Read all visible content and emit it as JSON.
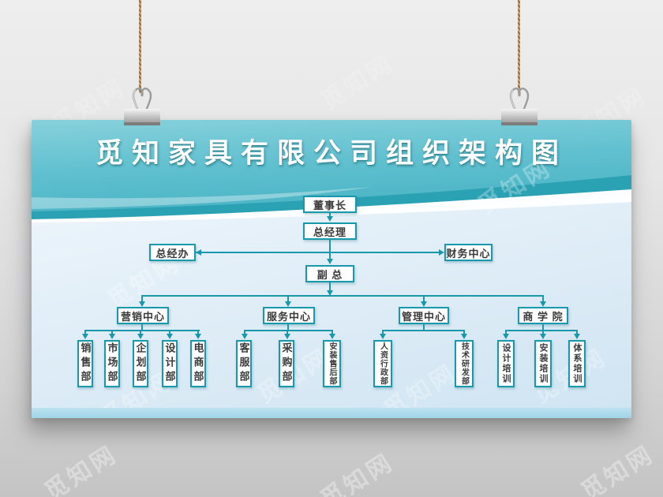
{
  "watermark": {
    "text": "觅知网"
  },
  "poster": {
    "title": "觅知家具有限公司组织架构图"
  },
  "org": {
    "chairman": "董事长",
    "general_manager": "总经理",
    "gm_office": "总经办",
    "finance_center": "财务中心",
    "deputy_gm": "副 总",
    "centers": [
      {
        "label": "营销中心",
        "children": [
          "销售部",
          "市场部",
          "企划部",
          "设计部",
          "电商部"
        ]
      },
      {
        "label": "服务中心",
        "children": [
          "客服部",
          "采购部",
          "安装售后部"
        ]
      },
      {
        "label": "管理中心",
        "children": [
          "人资行政部",
          "技术研发部"
        ]
      },
      {
        "label": "商 学 院",
        "children": [
          "设计培训",
          "安装培训",
          "体系培训"
        ]
      }
    ]
  },
  "colors": {
    "accent_teal": "#1899ab",
    "header_dark_band": "#2aa2b3",
    "header_gradient_top": "#87d1dc",
    "header_gradient_bottom": "#4cb5c6",
    "bottom_strip": "#a3d7e8",
    "body_light_blue": "#dcecf7"
  }
}
